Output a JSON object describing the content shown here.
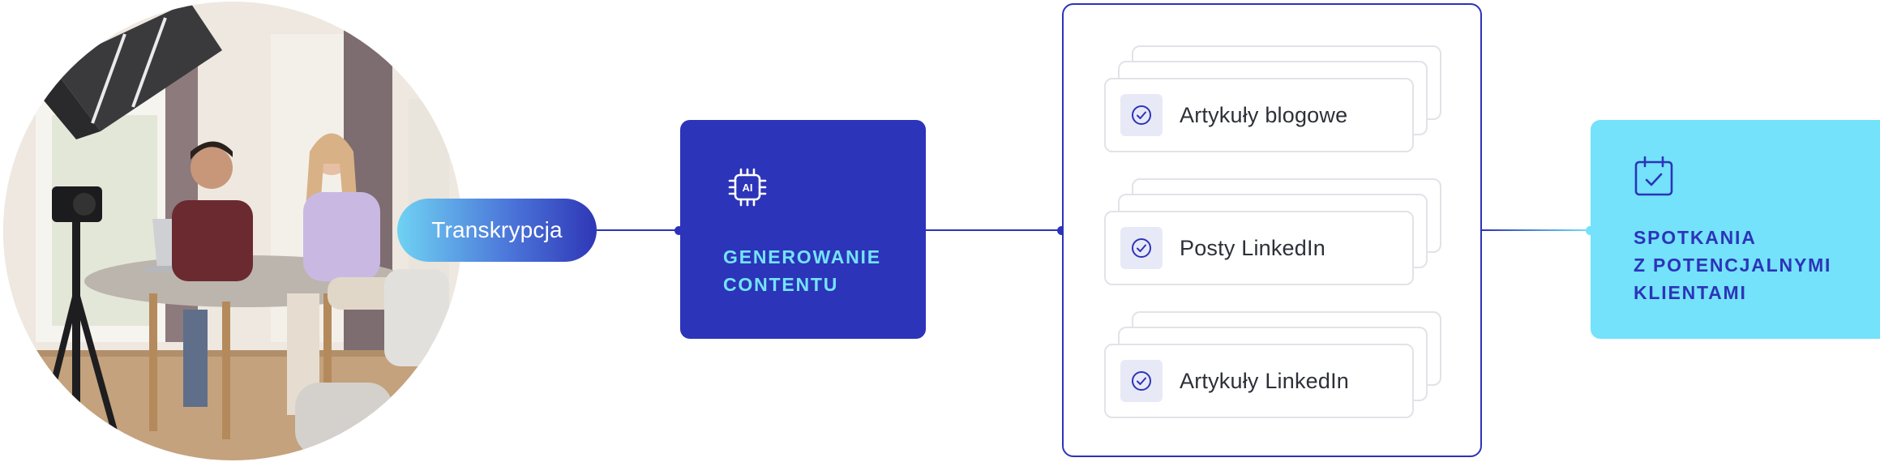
{
  "colors": {
    "accent_dark": "#2c34b9",
    "accent_light": "#73e2fa",
    "card_border": "#e2e3e8",
    "text_dark": "#2e3038"
  },
  "source": {
    "photo_icon": "podcast-recording-photo",
    "pill_label": "Transkrypcja"
  },
  "processing": {
    "icon": "ai-chip-icon",
    "title": "GENEROWANIE\nCONTENTU"
  },
  "outputs": {
    "items": [
      {
        "label": "Artykuły blogowe",
        "icon": "check-circle-icon"
      },
      {
        "label": "Posty LinkedIn",
        "icon": "check-circle-icon"
      },
      {
        "label": "Artykuły LinkedIn",
        "icon": "check-circle-icon"
      }
    ]
  },
  "result": {
    "icon": "calendar-check-icon",
    "title": "SPOTKANIA\nZ POTENCJALNYMI\nKLIENTAMI"
  }
}
